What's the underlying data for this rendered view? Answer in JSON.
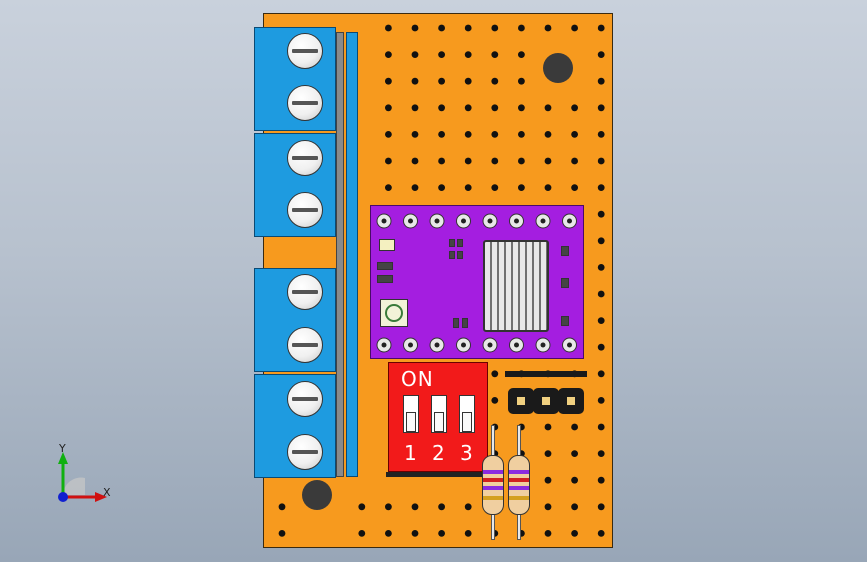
{
  "dip_switch": {
    "label": "ON",
    "numbers": [
      "1",
      "2",
      "3"
    ]
  },
  "axes": {
    "x_label": "X",
    "y_label": "Y"
  },
  "colors": {
    "board": "#f79a1e",
    "terminal": "#1e9be0",
    "driver": "#a41ee0",
    "dip_switch": "#f21a1a",
    "axis_x": "#d01010",
    "axis_y": "#10b010",
    "axis_z": "#1020d0"
  }
}
